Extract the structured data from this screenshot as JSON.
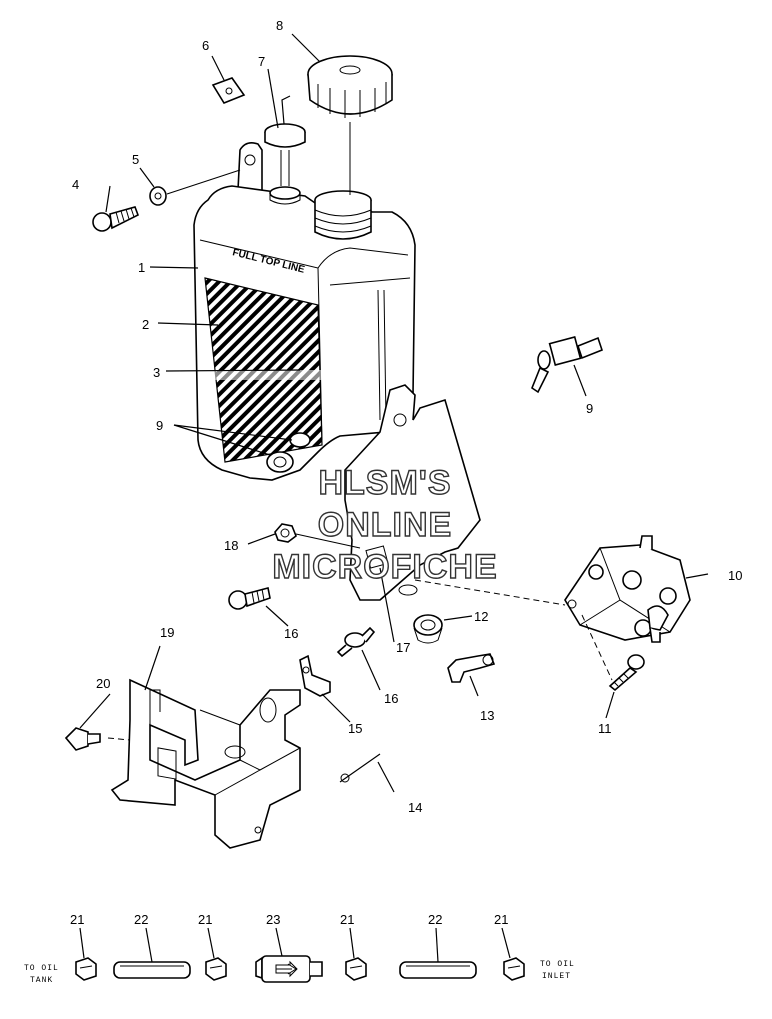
{
  "watermark": {
    "line1": "HLSM'S",
    "line2": "ONLINE",
    "line3": "MICROFICHE"
  },
  "tank_text": "FULL TOP LINE",
  "callouts": [
    {
      "id": "c1",
      "text": "1"
    },
    {
      "id": "c2",
      "text": "2"
    },
    {
      "id": "c3",
      "text": "3"
    },
    {
      "id": "c4",
      "text": "4"
    },
    {
      "id": "c5",
      "text": "5"
    },
    {
      "id": "c6",
      "text": "6"
    },
    {
      "id": "c7",
      "text": "7"
    },
    {
      "id": "c8",
      "text": "8"
    },
    {
      "id": "c9a",
      "text": "9"
    },
    {
      "id": "c9b",
      "text": "9"
    },
    {
      "id": "c10",
      "text": "10"
    },
    {
      "id": "c11",
      "text": "11"
    },
    {
      "id": "c12",
      "text": "12"
    },
    {
      "id": "c13",
      "text": "13"
    },
    {
      "id": "c14",
      "text": "14"
    },
    {
      "id": "c15",
      "text": "15"
    },
    {
      "id": "c16a",
      "text": "16"
    },
    {
      "id": "c16b",
      "text": "16"
    },
    {
      "id": "c17",
      "text": "17"
    },
    {
      "id": "c18",
      "text": "18"
    },
    {
      "id": "c19",
      "text": "19"
    },
    {
      "id": "c20",
      "text": "20"
    },
    {
      "id": "c21a",
      "text": "21"
    },
    {
      "id": "c22a",
      "text": "22"
    },
    {
      "id": "c21b",
      "text": "21"
    },
    {
      "id": "c23",
      "text": "23"
    },
    {
      "id": "c21c",
      "text": "21"
    },
    {
      "id": "c22b",
      "text": "22"
    },
    {
      "id": "c21d",
      "text": "21"
    }
  ],
  "line_labels": {
    "to_tank_1": "TO OIL",
    "to_tank_2": "TANK",
    "to_inlet_1": "TO OIL",
    "to_inlet_2": "INLET"
  }
}
